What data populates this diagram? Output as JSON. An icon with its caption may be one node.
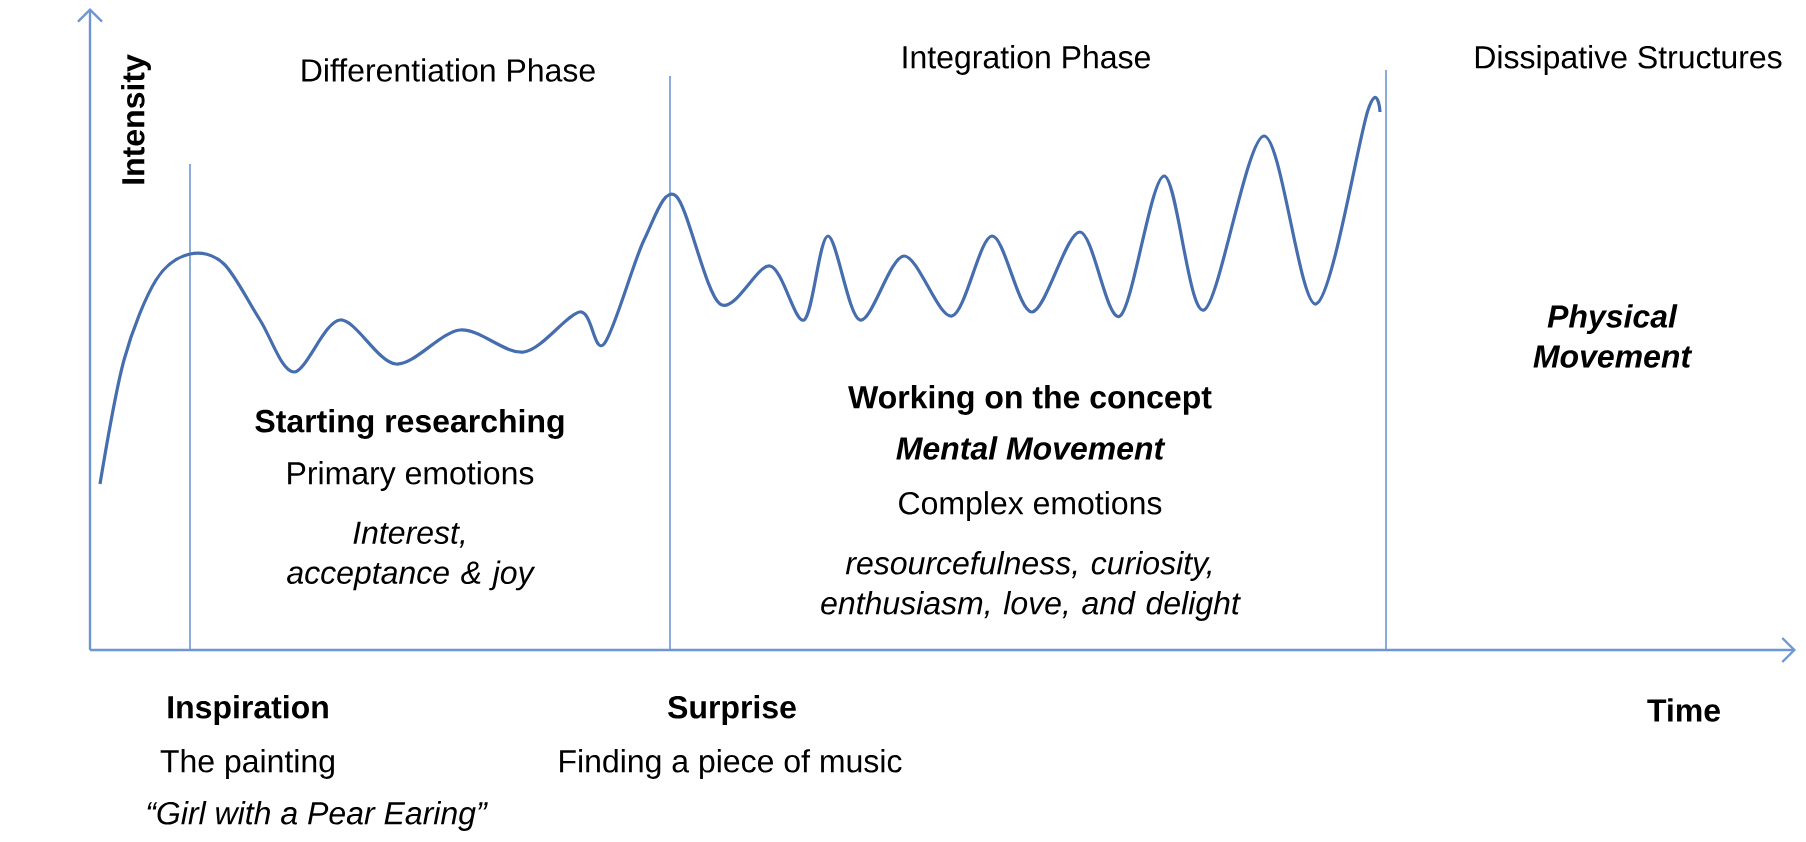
{
  "diagram": {
    "labels": [
      "Intensity",
      "Differentiation Phase",
      "Integration Phase",
      "Dissipative Structures",
      "Physical Movement",
      "Starting researching",
      "Primary emotions",
      "Interest, acceptance & joy",
      "Working on the concept",
      "Mental Movement",
      "Complex emotions",
      "resourcefulness, curiosity, enthusiasm, love, and delight",
      "Inspiration",
      "The painting",
      "“Girl with a Pear Earing”",
      "Surprise",
      "Finding a piece of music",
      "Time"
    ]
  }
}
